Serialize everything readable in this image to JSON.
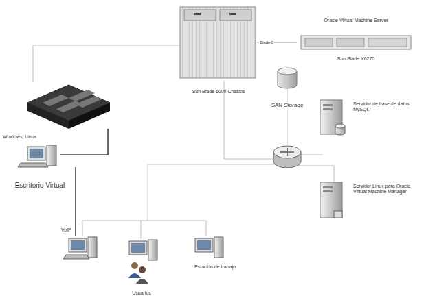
{
  "diagram": {
    "nodes": [
      {
        "text": [
          "Sun Blade 6000 Chassis"
        ]
      },
      {
        "text": [
          "Oracle Virtual Machine Server",
          "Sun Blade X6270"
        ]
      },
      {
        "text": [
          "SAN Storage"
        ]
      },
      {
        "text": [
          "Servidor de base de datos MySQL"
        ]
      },
      {
        "text": [
          "Servidor Linux para Oracle Virtual Machine Manager"
        ]
      },
      {
        "text": [
          "Windows, Linux",
          "Escritorio Virtual"
        ]
      },
      {
        "text": [
          "Usuarios"
        ]
      },
      {
        "text": [
          "Estación de trabajo"
        ]
      }
    ],
    "edges": [
      {
        "from": 0,
        "to": 1,
        "label": "Blade 0",
        "arrow": "none"
      }
    ],
    "labels": [
      "VoIP"
    ]
  }
}
